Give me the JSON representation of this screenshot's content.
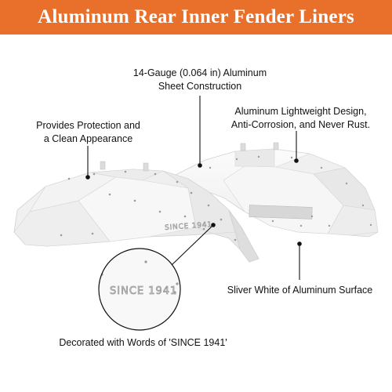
{
  "title": "Aluminum Rear Inner Fender Liners",
  "callouts": {
    "gauge": {
      "line1": "14-Gauge (0.064 in) Aluminum",
      "line2": "Sheet Construction"
    },
    "lightweight": {
      "line1": "Aluminum Lightweight Design,",
      "line2": "Anti-Corrosion, and Never Rust."
    },
    "protection": {
      "line1": "Provides Protection and",
      "line2": "a Clean Appearance"
    },
    "surface": {
      "line1": "Sliver White of Aluminum Surface"
    },
    "decorated": {
      "line1": "Decorated with Words of 'SINCE 1941'"
    }
  },
  "liner_text": "SINCE 1941",
  "zoom_text": "SINCE 1941",
  "colors": {
    "banner": "#e8702a",
    "banner_text": "#ffffff",
    "callout_line": "#111111"
  }
}
